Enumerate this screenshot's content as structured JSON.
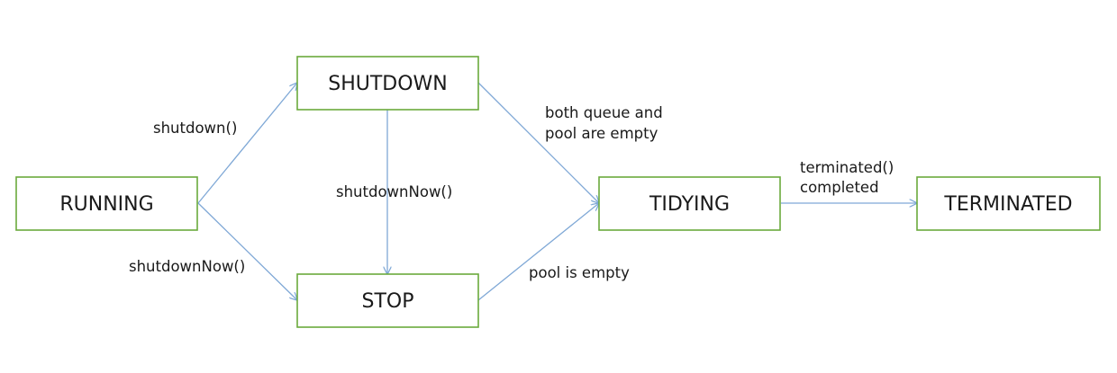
{
  "states": {
    "running": "RUNNING",
    "shutdown": "SHUTDOWN",
    "stop": "STOP",
    "tidying": "TIDYING",
    "terminated": "TERMINATED"
  },
  "transitions": {
    "running_to_shutdown": "shutdown()",
    "running_to_stop": "shutdownNow()",
    "shutdown_to_stop": "shutdownNow()",
    "shutdown_to_tidying": [
      "both queue and",
      "pool are empty"
    ],
    "stop_to_tidying": "pool is empty",
    "tidying_to_terminated": [
      "terminated()",
      "completed"
    ]
  },
  "colors": {
    "state_border": "#6aaa3c",
    "arrow": "#7fa8d6",
    "text": "#1a1a1a"
  }
}
